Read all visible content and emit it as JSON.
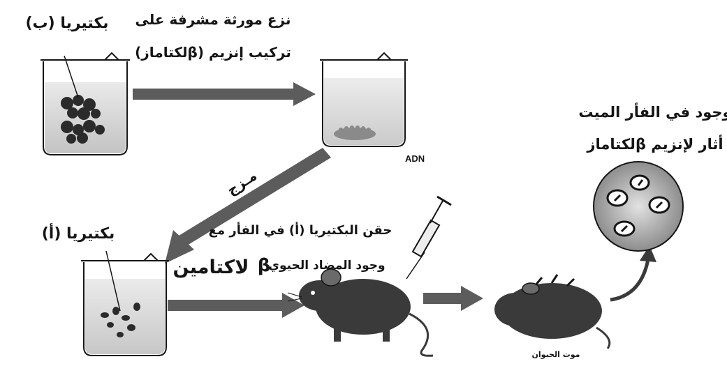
{
  "labels": {
    "bacteria_b": "بكتيريا (ب)",
    "extract_gene_line1": "نزع مورثة مشرفة على",
    "extract_gene_line2": "تركيب إنزيم (βلكتاماز)",
    "adn": "ADN",
    "mix": "مـزج",
    "bacteria_a": "بكتيريا (أ)",
    "inject_line1": "حقن البكتيريا (أ) في الفأر مع",
    "inject_line2": "وجود المضاد الحيوي",
    "beta": "β",
    "lactamine": "لاكتامين",
    "dead_mouse_found_line1": "وجود في الفأر الميت",
    "dead_mouse_found_line2": "أثار لإنزيم βلكتاماز",
    "animal_death": "موت الحيوان"
  },
  "colors": {
    "ink": "#151515",
    "arrow_fill": "#5c5c5c",
    "bacteria": "#2b2b2b",
    "liquid": "#cfcfcf",
    "mouse": "#3a3a3a"
  }
}
